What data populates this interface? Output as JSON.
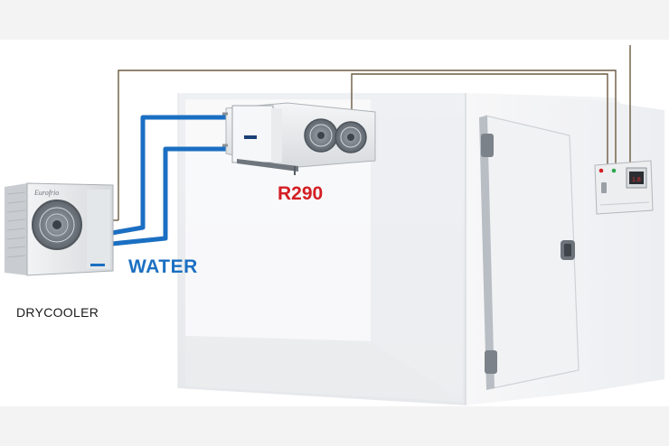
{
  "labels": {
    "refrigerant": "R290",
    "coolant": "WATER",
    "drycooler": "DRYCOOLER"
  },
  "colors": {
    "refrigerant_label": "#d41e23",
    "water_pipe": "#1b6fc2",
    "signal_cable": "#6b5a40",
    "controller_led_red": "#d41e23",
    "controller_led_green": "#2aa84a"
  },
  "icons": {
    "drycooler_unit": "drycooler-unit-icon",
    "evaporator_unit": "evaporator-unit-icon",
    "control_panel": "control-panel-icon",
    "cold_room": "cold-room-icon",
    "door": "cold-room-door-icon"
  }
}
